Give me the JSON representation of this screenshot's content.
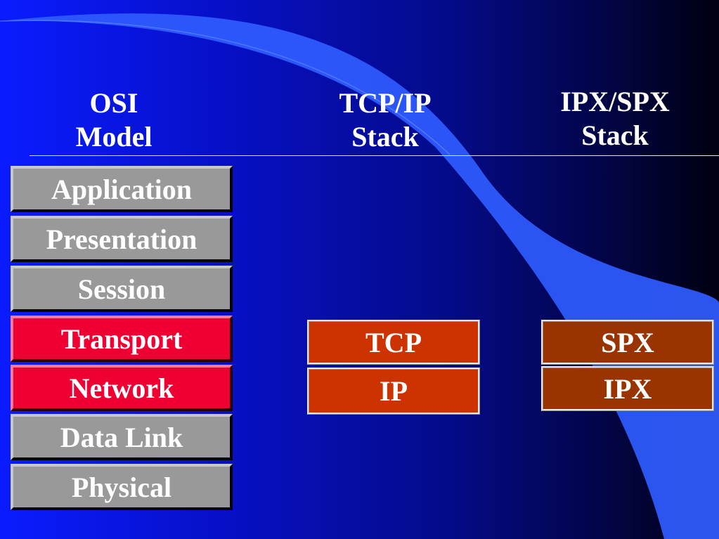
{
  "headers": {
    "osi": {
      "line1": "OSI",
      "line2": "Model"
    },
    "tcpip": {
      "line1": "TCP/IP",
      "line2": "Stack"
    },
    "ipxspx": {
      "line1": "IPX/SPX",
      "line2": "Stack"
    }
  },
  "osi_layers": [
    "Application",
    "Presentation",
    "Session",
    "Transport",
    "Network",
    "Data Link",
    "Physical"
  ],
  "tcpip_layers": [
    "TCP",
    "IP"
  ],
  "ipxspx_layers": [
    "SPX",
    "IPX"
  ],
  "colors": {
    "background": "#0710c8",
    "upper_layer": "#999999",
    "highlight_layer": "#ee0033",
    "tcpip_box": "#cc3300",
    "ipxspx_box": "#993300",
    "swoosh": "#2f5cff",
    "text": "#ffffff"
  }
}
